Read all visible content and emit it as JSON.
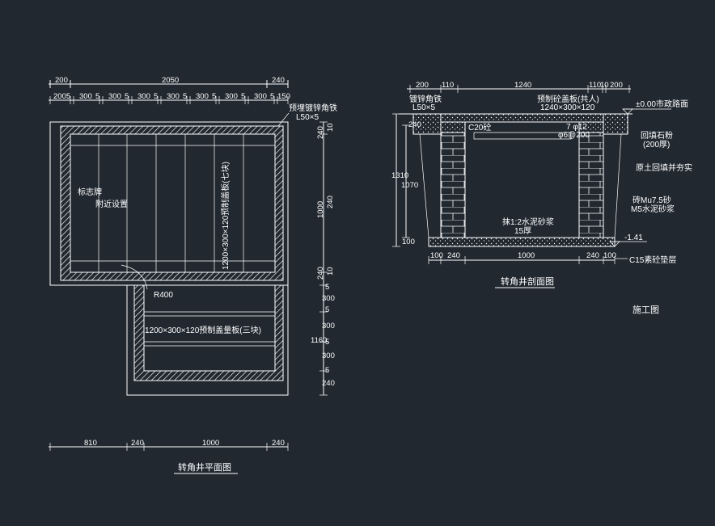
{
  "plan": {
    "title": "转角井平面图",
    "top_dims_row1": [
      "200",
      "2050",
      "240"
    ],
    "top_dims_row2": [
      "2005",
      "300",
      "5",
      "300",
      "5",
      "300",
      "5",
      "300",
      "5",
      "300",
      "5",
      "300",
      "5",
      "300",
      "5",
      "150"
    ],
    "right_dims": [
      "240",
      "10",
      "1000",
      "240",
      "240",
      "10",
      "5",
      "300",
      "5",
      "300",
      "5",
      "1160",
      "300",
      "5",
      "240"
    ],
    "bottom_dims": [
      "810",
      "240",
      "1000",
      "240"
    ],
    "label_embedded_iron": "预埋镀锌角铁",
    "label_iron_size": "L50×5",
    "label_sign": "标志牌",
    "label_sign2": "附近设置",
    "label_cover_seven": "1200×300×120预制盖板(七块)",
    "label_radius": "R400",
    "label_cover_three": "1200×300×120预制盖量板(三块)"
  },
  "section": {
    "title": "转角井剖面图",
    "top_dims": [
      "200",
      "110",
      "1240",
      "110",
      "10",
      "200"
    ],
    "label_iron": "镀锌角铁",
    "label_iron_size": "L50×5",
    "label_slab": "预制砼盖板(共人)",
    "label_slab_size": "1240×300×120",
    "label_c20": "C20砼",
    "label_rebar": "7 φ12",
    "label_rebar2": "φ6@200",
    "label_elev_top": "±0.00市政路面",
    "label_backfill_stone": "回填石粉",
    "label_backfill_stone2": "(200厚)",
    "label_soil": "原土回填并夯实",
    "label_masonry": "砖Mu7.5砂",
    "label_mortar": "M5水泥砂浆",
    "label_plaster": "抹1:2水泥砂浆",
    "label_plaster2": "15厚",
    "label_elev_bottom": "-1.41",
    "label_cushion": "C15素砼垫层",
    "left_dims": [
      "240",
      "1310",
      "1070",
      "100"
    ],
    "bottom_dims": [
      "100",
      "240",
      "1000",
      "240",
      "100"
    ],
    "note": "施工图"
  }
}
